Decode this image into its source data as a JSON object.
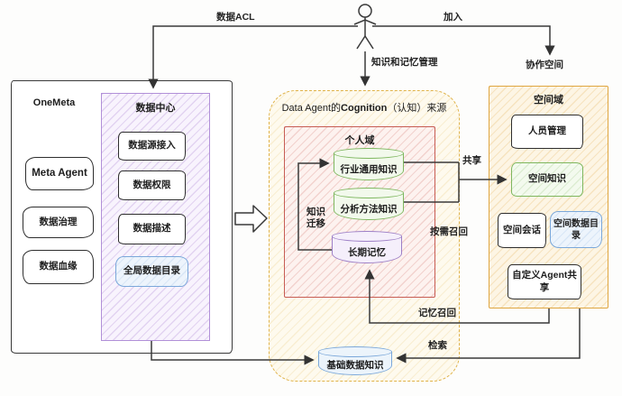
{
  "colors": {
    "ink": "#2e2e2e",
    "purple": "#b190d8",
    "blue": "#7ba8da",
    "green": "#7eb75f",
    "red": "#c75d55",
    "yellow_dash": "#e0b34a",
    "orange": "#dfa640"
  },
  "arrows": {
    "data_acl": "数据ACL",
    "join": "加入",
    "knowledge_memory_mgmt": "知识和记忆管理",
    "collaboration_space": "协作空间",
    "share": "共享",
    "knowledge_transfer": "知识迁移",
    "on_demand_recall": "按需召回",
    "memory_recall": "记忆召回",
    "retrieval": "检索"
  },
  "onemeta": {
    "title": "OneMeta",
    "items": [
      "Meta Agent",
      "数据治理",
      "数据血缘"
    ],
    "data_center": {
      "title": "数据中心",
      "items": [
        "数据源接入",
        "数据权限",
        "数据描述"
      ],
      "catalog": "全局数据目录"
    }
  },
  "cognition": {
    "title_prefix": "Data Agent的",
    "title_bold": "Cognition",
    "title_suffix": "（认知）来源",
    "personal_domain": {
      "title": "个人域",
      "cylinders": [
        "行业通用知识",
        "分析方法知识",
        "长期记忆"
      ]
    },
    "base_knowledge": "基础数据知识"
  },
  "space": {
    "title": "空间域",
    "items": [
      "人员管理",
      "空间知识",
      "空间会话",
      "空间数据目录",
      "自定义Agent共享"
    ]
  }
}
